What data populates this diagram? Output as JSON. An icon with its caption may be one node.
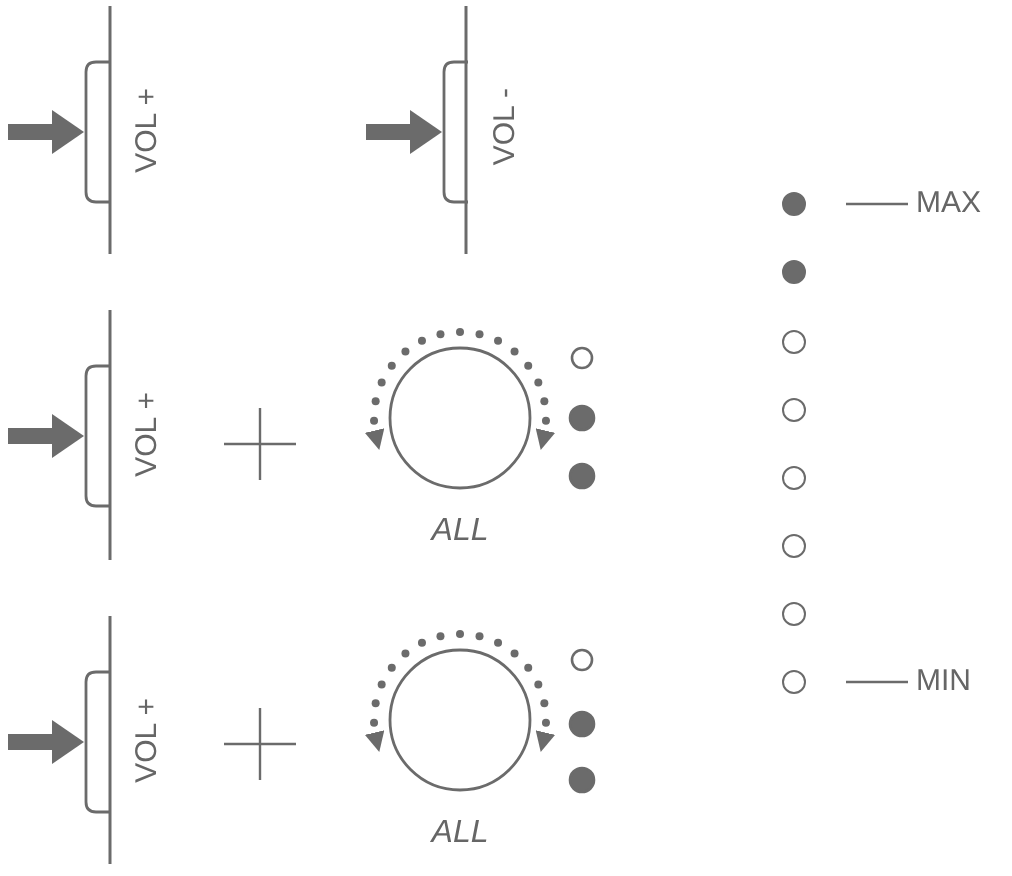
{
  "diagram": {
    "nodes": [
      {
        "text": [
          "VOL +"
        ]
      },
      {
        "text": [
          "VOL -"
        ]
      },
      {
        "text": [
          "VOL +"
        ]
      },
      {
        "text": [
          "ALL"
        ]
      },
      {
        "text": [
          "VOL +"
        ]
      },
      {
        "text": [
          "ALL"
        ]
      },
      {
        "text": [],
        "shape": "circle"
      },
      {
        "text": [],
        "shape": "circle"
      },
      {
        "text": [],
        "shape": "circle"
      },
      {
        "text": [],
        "shape": "circle"
      },
      {
        "text": [],
        "shape": "circle"
      },
      {
        "text": [],
        "shape": "circle"
      },
      {
        "text": [],
        "shape": "circle"
      },
      {
        "text": [],
        "shape": "circle"
      },
      {
        "text": [
          "MAX"
        ]
      },
      {
        "text": [
          "MIN"
        ]
      }
    ],
    "edges": [
      {
        "from": null,
        "to": 0,
        "arrow": "to"
      },
      {
        "from": null,
        "to": 1,
        "arrow": "to"
      },
      {
        "from": null,
        "to": 2,
        "arrow": "to"
      },
      {
        "from": null,
        "to": 4,
        "arrow": "to"
      },
      {
        "from": 14,
        "to": 6,
        "arrow": "none"
      },
      {
        "from": 15,
        "to": 13,
        "arrow": "none"
      }
    ]
  }
}
